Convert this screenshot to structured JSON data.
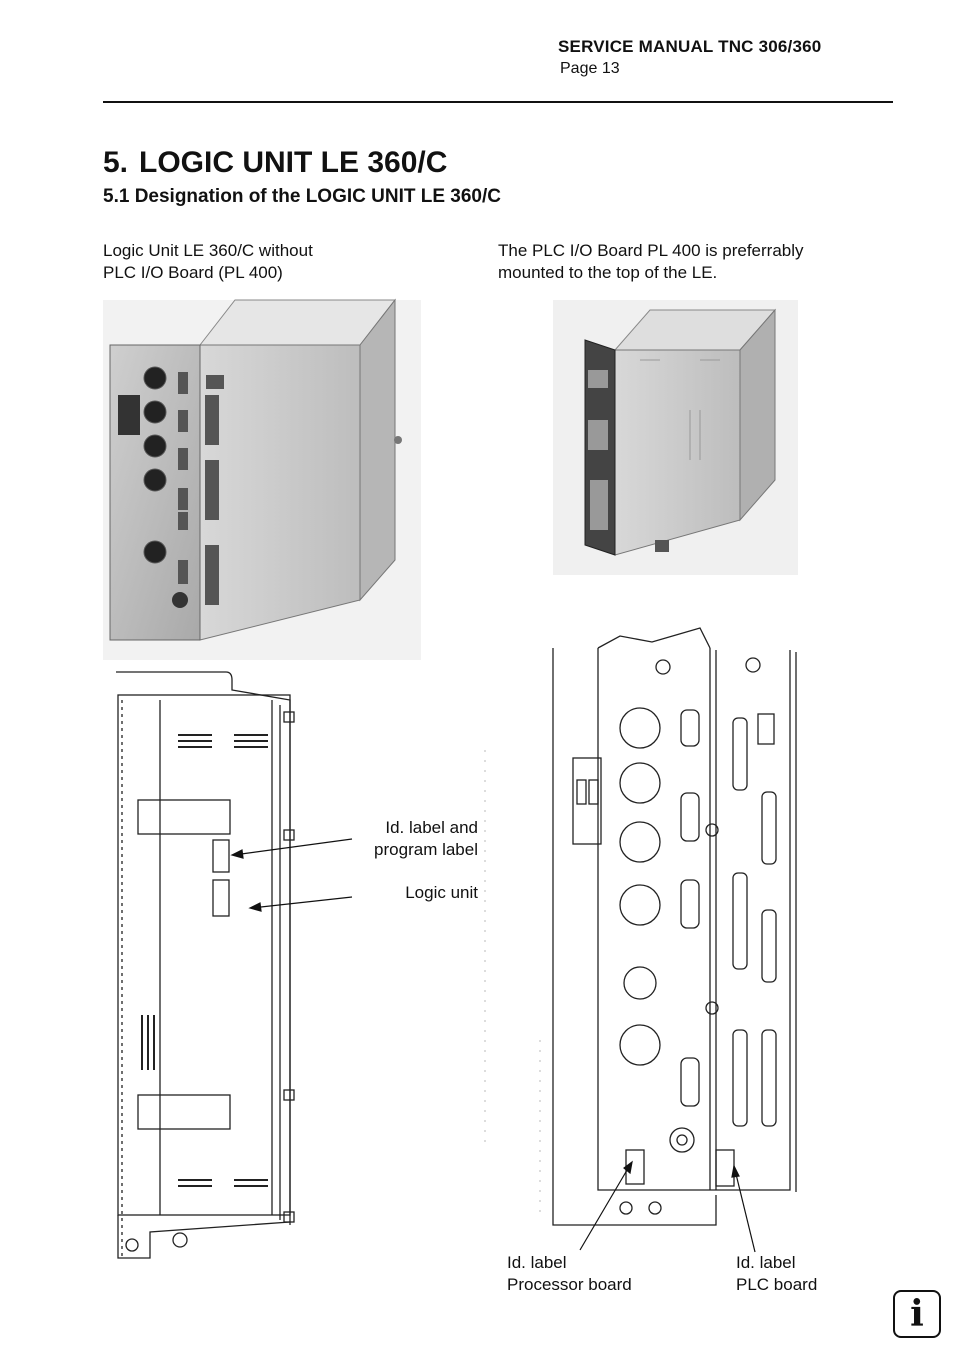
{
  "header": {
    "title": "SERVICE MANUAL TNC 306/360",
    "page": "Page 13"
  },
  "section": {
    "number": "5.",
    "title": "LOGIC UNIT LE 360/C",
    "subtitle": "5.1 Designation of the LOGIC UNIT LE 360/C"
  },
  "captions": {
    "left_line1": "Logic Unit LE 360/C without",
    "left_line2": "PLC I/O Board (PL 400)",
    "right_line1": "The PLC I/O Board PL 400 is preferrably",
    "right_line2": "mounted to the top of the LE."
  },
  "callouts": {
    "id_label_program_1": "Id. label and",
    "id_label_program_2": "program label",
    "logic_unit": "Logic unit",
    "processor_1": "Id. label",
    "processor_2": "Processor board",
    "plc_1": "Id. label",
    "plc_2": "PLC board"
  },
  "info_icon": "i"
}
